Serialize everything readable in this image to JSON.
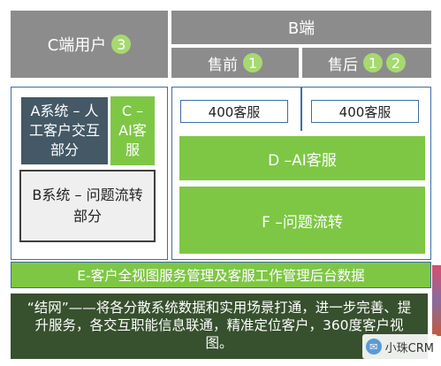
{
  "header": {
    "c_side": {
      "label": "C端用户",
      "badge": "3"
    },
    "b_side": {
      "label": "B端"
    },
    "pre_sales": {
      "label": "售前",
      "badge": "1"
    },
    "after_sales": {
      "label": "售后",
      "badges": [
        "1",
        "2"
      ]
    }
  },
  "left_panel": {
    "system_a": "A系统 – 人工客户交互部分",
    "c_ai": "C – AI客服",
    "system_b": "B系统 – 问题流转部分"
  },
  "right_panel": {
    "pre_sales_hotline": "400客服",
    "after_sales_hotline": "400客服",
    "d_ai": "D –AI客服",
    "f_flow": "F –问题流转"
  },
  "backend_bar": "E-客户全视图服务管理及客服工作管理后台数据",
  "summary": "“结网”——将各分散系统数据和实用场景打通，进一步完善、提升服务，各交互职能信息联通，精准定位客户，360度客户视图。",
  "watermark": {
    "text": "小珠CRM"
  },
  "colors": {
    "gray": "#8c8c8c",
    "green": "#7ec745",
    "dark_slate": "#445866",
    "frame_blue": "#3f6ea5",
    "summary_bg": "#37502e"
  }
}
